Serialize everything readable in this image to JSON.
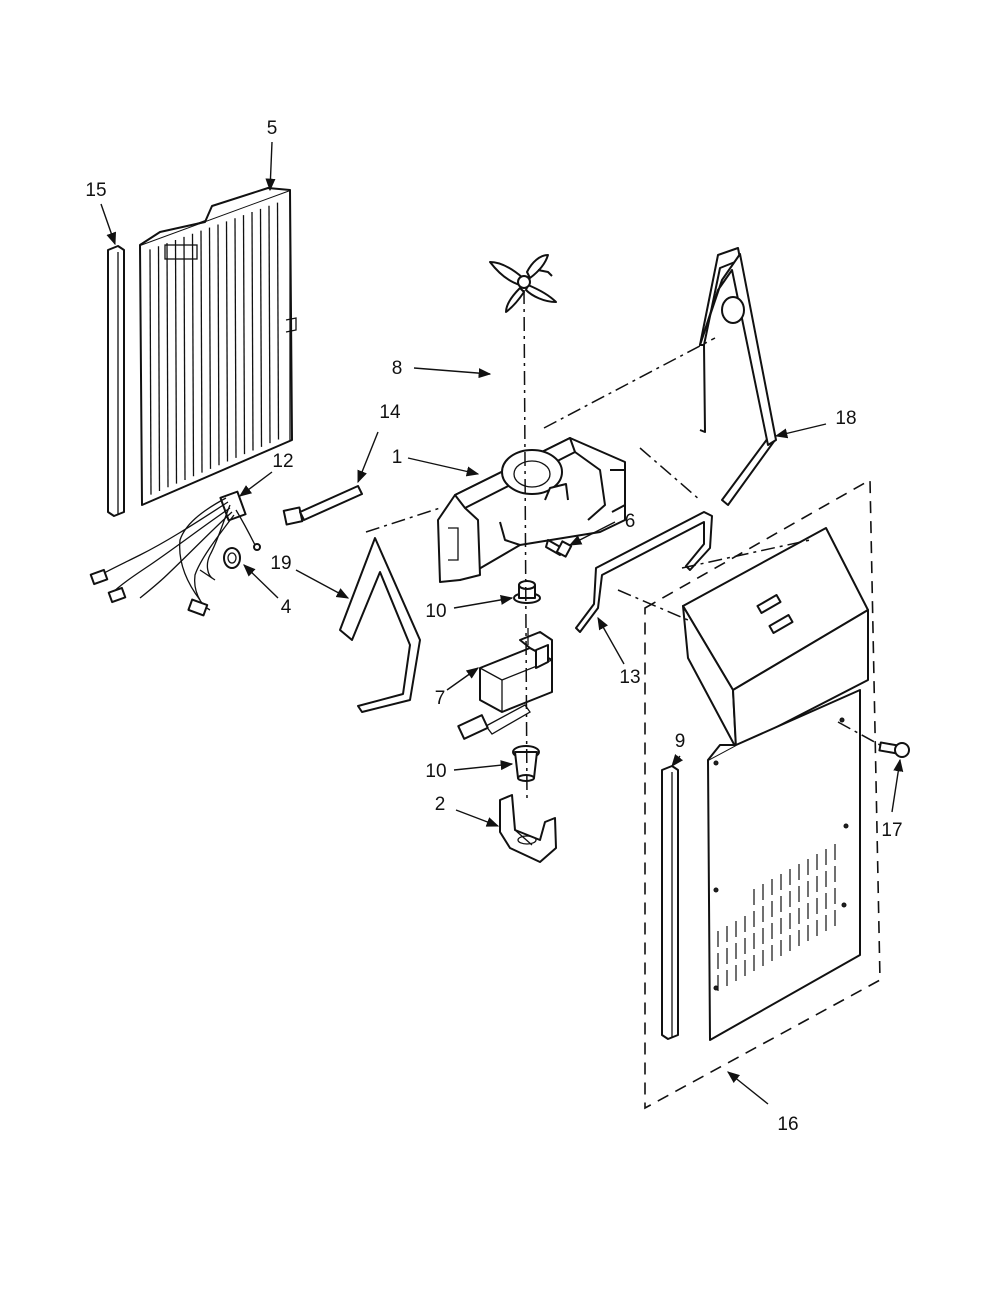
{
  "diagram": {
    "callouts": {
      "c1": "1",
      "c2": "2",
      "c4": "4",
      "c5": "5",
      "c6": "6",
      "c7": "7",
      "c8": "8",
      "c9": "9",
      "c10a": "10",
      "c10b": "10",
      "c12": "12",
      "c13": "13",
      "c14": "14",
      "c15": "15",
      "c16": "16",
      "c17": "17",
      "c18": "18",
      "c19": "19"
    }
  }
}
